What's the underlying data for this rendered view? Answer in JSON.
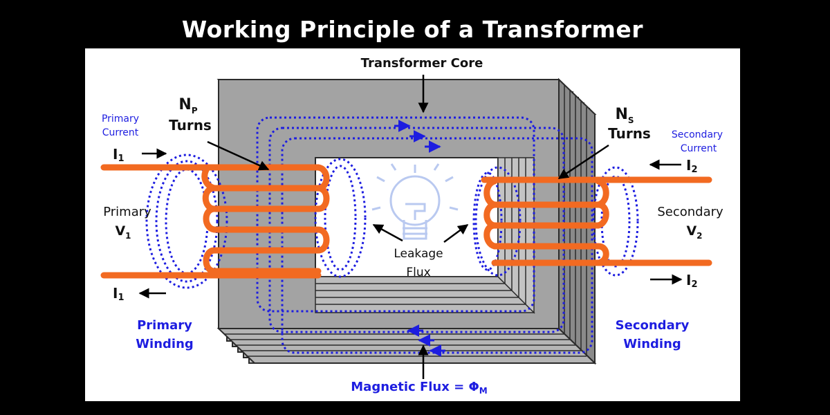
{
  "title": "Working Principle of a Transformer",
  "labels": {
    "transformer_core": "Transformer Core",
    "np_symbol": "N",
    "np_sub": "P",
    "np_turns": "Turns",
    "ns_symbol": "N",
    "ns_sub": "S",
    "ns_turns": "Turns",
    "primary_current_1": "Primary",
    "primary_current_2": "Current",
    "secondary_current_1": "Secondary",
    "secondary_current_2": "Current",
    "i_symbol": "I",
    "i1_sub": "1",
    "i2_sub": "2",
    "primary_v_1": "Primary",
    "primary_v_2": "V",
    "primary_v_sub": "1",
    "secondary_v_1": "Secondary",
    "secondary_v_2": "V",
    "secondary_v_sub": "2",
    "leakage_1": "Leakage",
    "leakage_2": "Flux",
    "primary_winding_1": "Primary",
    "primary_winding_2": "Winding",
    "secondary_winding_1": "Secondary",
    "secondary_winding_2": "Winding",
    "magnetic_flux": "Magnetic Flux = ",
    "phi": "Φ",
    "phi_sub": "M"
  },
  "colors": {
    "winding": "#f26a21",
    "flux": "#1d1de0",
    "core_face": "#a3a3a3",
    "core_edge": "#2b2b2b",
    "label_blue": "#1d1de0",
    "bulb": "#b9c9f0"
  }
}
